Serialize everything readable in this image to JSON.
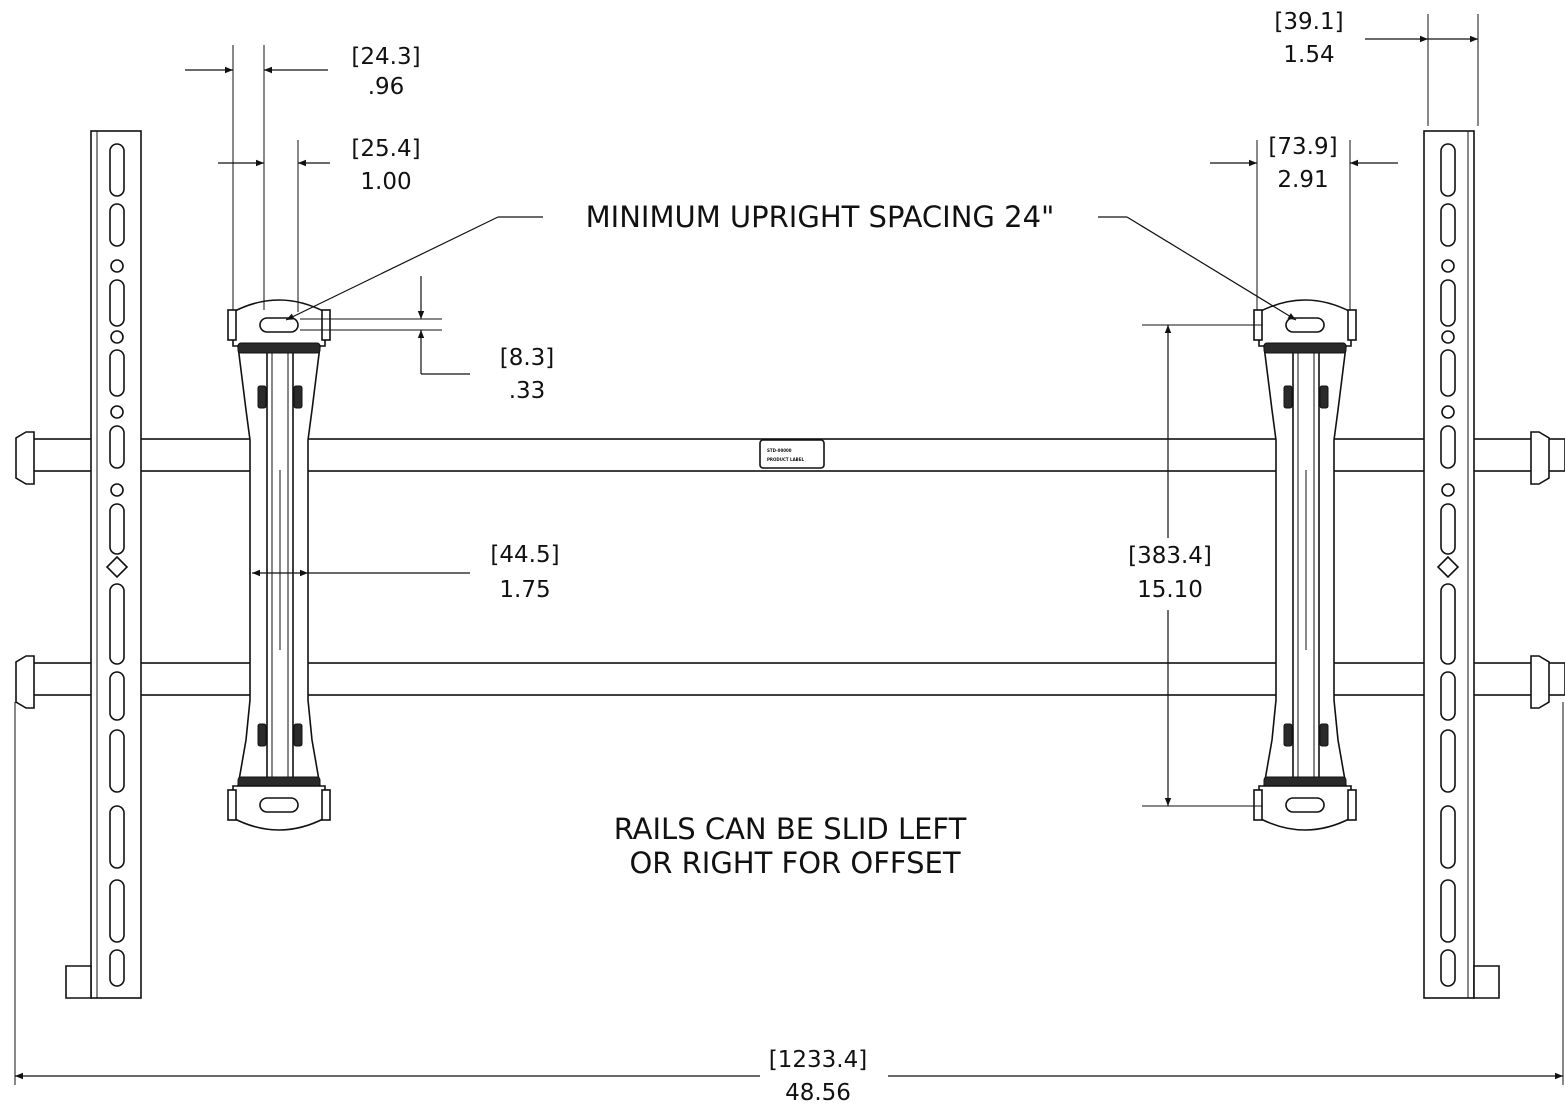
{
  "drawing": {
    "dimensions": {
      "slot_offset": {
        "metric": "[24.3]",
        "imperial": ".96"
      },
      "slot_width": {
        "metric": "[25.4]",
        "imperial": "1.00"
      },
      "upright_depth": {
        "metric": "[39.1]",
        "imperial": "1.54"
      },
      "bracket_width": {
        "metric": "[73.9]",
        "imperial": "2.91"
      },
      "slot_height": {
        "metric": "[8.3]",
        "imperial": ".33"
      },
      "rail_bracket_width": {
        "metric": "[44.5]",
        "imperial": "1.75"
      },
      "slot_spacing": {
        "metric": "[383.4]",
        "imperial": "15.10"
      },
      "overall_width": {
        "metric": "[1233.4]",
        "imperial": "48.56"
      }
    },
    "notes": {
      "upright_spacing": "MINIMUM UPRIGHT SPACING 24\"",
      "rails_line1": "RAILS CAN BE SLID LEFT",
      "rails_line2": "OR RIGHT FOR OFFSET"
    },
    "product_label": {
      "line1": "STD-00000",
      "line2": "PRODUCT LABEL"
    },
    "colors": {
      "ink": "#111111",
      "background": "#ffffff"
    }
  }
}
